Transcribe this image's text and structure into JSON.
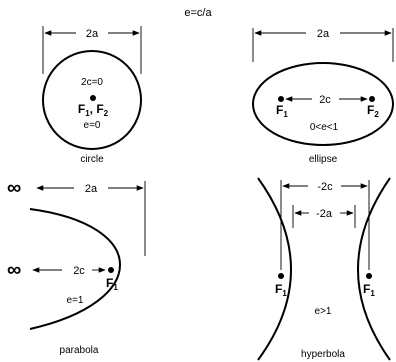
{
  "header": {
    "formula": "e=c/a"
  },
  "circle": {
    "width_label": "2a",
    "focal_label": "2c=0",
    "foci_label": "F",
    "foci_sub1": "1",
    "foci_sep": ", F",
    "foci_sub2": "2",
    "eccentricity": "e=0",
    "name": "circle"
  },
  "ellipse": {
    "width_label": "2a",
    "focal_label": "2c",
    "focus1": "F",
    "focus1_sub": "1",
    "focus2": "F",
    "focus2_sub": "2",
    "eccentricity": "0<e<1",
    "name": "ellipse"
  },
  "parabola": {
    "infinity_top": "∞",
    "width_label": "2a",
    "infinity_mid": "∞",
    "focal_label": "2c",
    "focus": "F",
    "focus_sub": "1",
    "eccentricity": "e=1",
    "name": "parabola"
  },
  "hyperbola": {
    "focal_label": "-2c",
    "vertex_label": "-2a",
    "focus1": "F",
    "focus1_sub": "1",
    "focus2": "F",
    "focus2_sub": "1",
    "eccentricity": "e>1",
    "name": "hyperbola"
  }
}
